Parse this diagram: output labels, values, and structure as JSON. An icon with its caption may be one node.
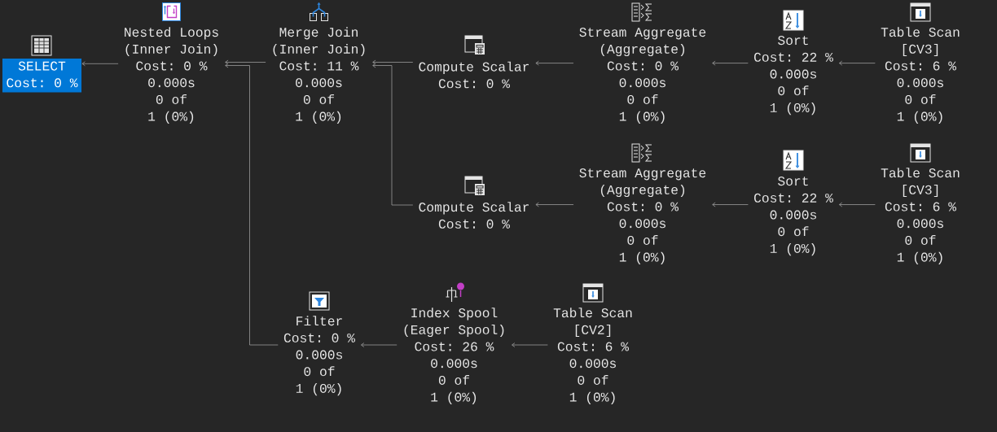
{
  "diagram": {
    "nodes": [
      {
        "text": [
          "SELECT",
          "Cost: 0 %"
        ]
      },
      {
        "text": [
          "Nested Loops (Inner Join)",
          "Cost: 0 %",
          "0.000s",
          "0 of 1 (0%)"
        ]
      },
      {
        "text": [
          "Merge Join (Inner Join)",
          "Cost: 11 %",
          "0.000s",
          "0 of 1 (0%)"
        ]
      },
      {
        "text": [
          "Compute Scalar",
          "Cost: 0 %"
        ]
      },
      {
        "text": [
          "Stream Aggregate (Aggregate)",
          "Cost: 0 %",
          "0.000s",
          "0 of 1 (0%)"
        ]
      },
      {
        "text": [
          "Sort",
          "Cost: 22 %",
          "0.000s",
          "0 of 1 (0%)"
        ]
      },
      {
        "text": [
          "Table Scan [CV3]",
          "Cost: 6 %",
          "0.000s",
          "0 of 1 (0%)"
        ]
      },
      {
        "text": [
          "Compute Scalar",
          "Cost: 0 %"
        ]
      },
      {
        "text": [
          "Stream Aggregate (Aggregate)",
          "Cost: 0 %",
          "0.000s",
          "0 of 1 (0%)"
        ]
      },
      {
        "text": [
          "Sort",
          "Cost: 22 %",
          "0.000s",
          "0 of 1 (0%)"
        ]
      },
      {
        "text": [
          "Table Scan [CV3]",
          "Cost: 6 %",
          "0.000s",
          "0 of 1 (0%)"
        ]
      },
      {
        "text": [
          "Filter",
          "Cost: 0 %",
          "0.000s",
          "0 of 1 (0%)"
        ]
      },
      {
        "text": [
          "Index Spool (Eager Spool)",
          "Cost: 26 %",
          "0.000s",
          "0 of 1 (0%)"
        ]
      },
      {
        "text": [
          "Table Scan [CV2]",
          "Cost: 6 %",
          "0.000s",
          "0 of 1 (0%)"
        ]
      }
    ],
    "edges": [
      {
        "from": 1,
        "to": 0,
        "arrow": "to"
      },
      {
        "from": 2,
        "to": 1,
        "arrow": "to"
      },
      {
        "from": 11,
        "to": 1,
        "arrow": "to"
      },
      {
        "from": 3,
        "to": 2,
        "arrow": "to"
      },
      {
        "from": 7,
        "to": 2,
        "arrow": "to"
      },
      {
        "from": 4,
        "to": 3,
        "arrow": "to"
      },
      {
        "from": 5,
        "to": 4,
        "arrow": "to"
      },
      {
        "from": 6,
        "to": 5,
        "arrow": "to"
      },
      {
        "from": 8,
        "to": 7,
        "arrow": "to"
      },
      {
        "from": 9,
        "to": 8,
        "arrow": "to"
      },
      {
        "from": 10,
        "to": 9,
        "arrow": "to"
      },
      {
        "from": 12,
        "to": 11,
        "arrow": "to"
      },
      {
        "from": 13,
        "to": 12,
        "arrow": "to"
      }
    ]
  }
}
